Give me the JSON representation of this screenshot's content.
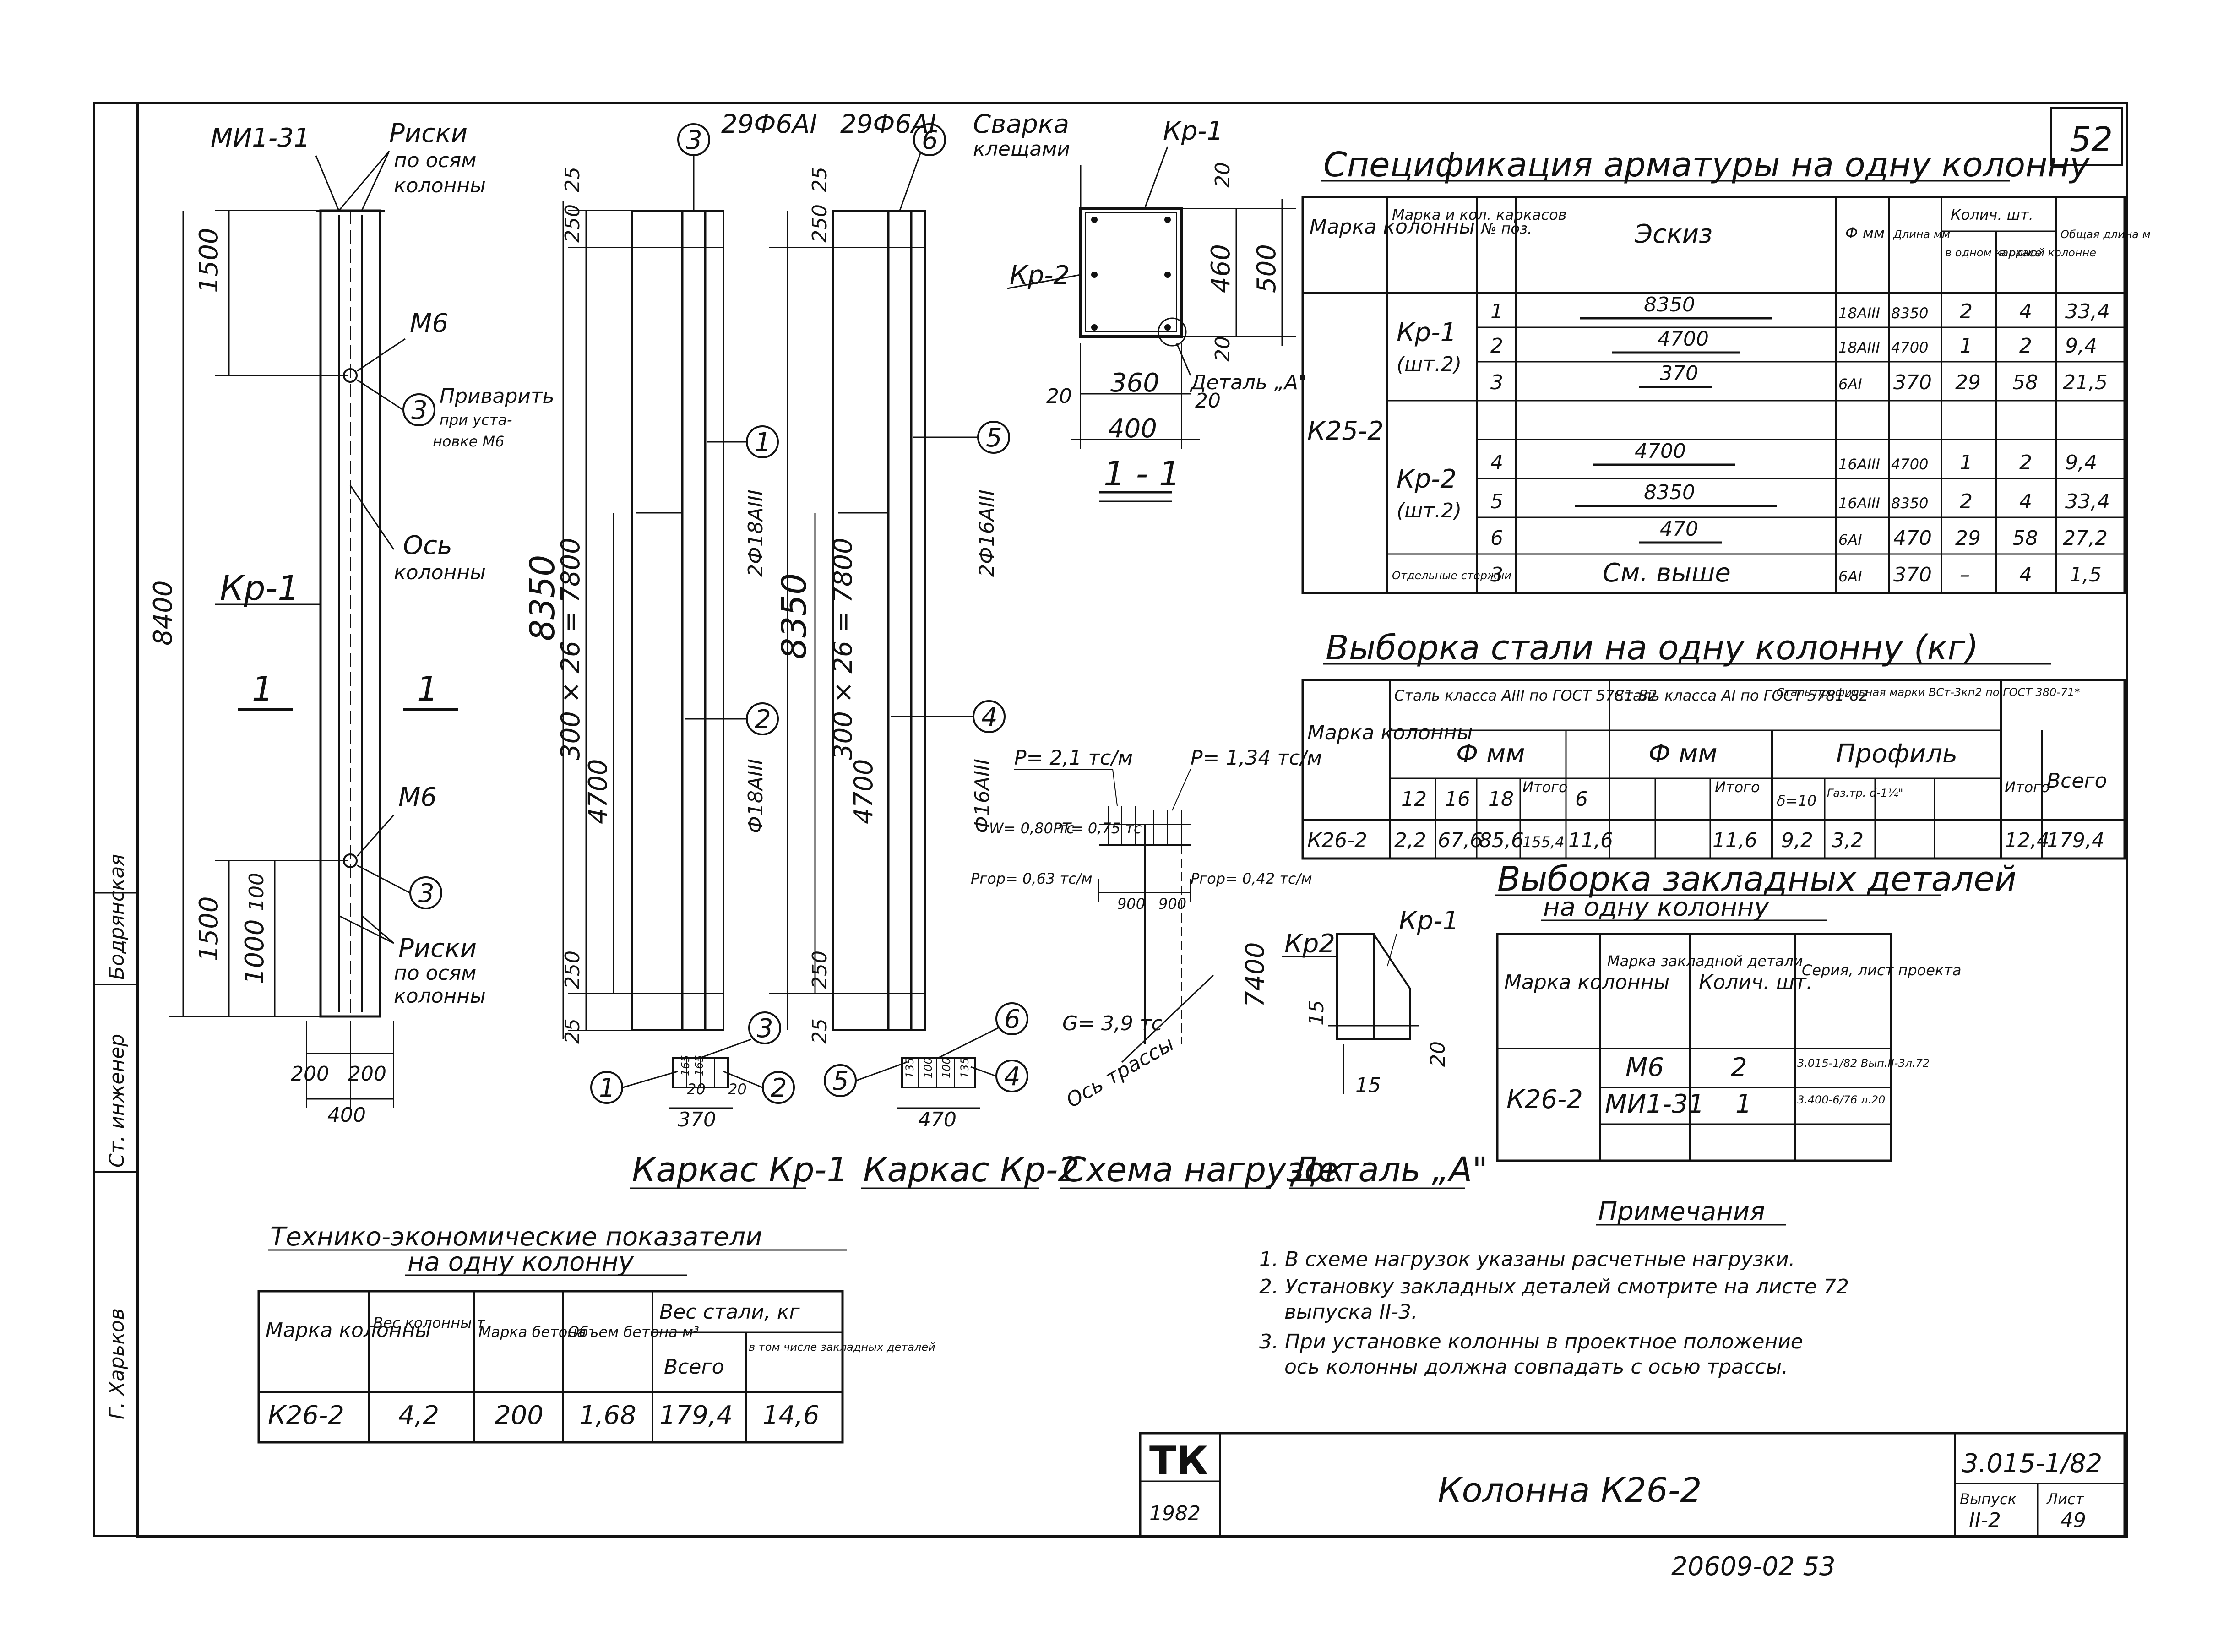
{
  "sheet_number": "52",
  "frame": {
    "left_stamp": [
      "Ст. инженер",
      "Бодрянская",
      "Г. Харьков"
    ]
  },
  "views": {
    "column": {
      "labels": [
        "МИ1-31",
        "Риски",
        "по осям",
        "колонны",
        "М6",
        "Приварить",
        "при уста-",
        "новке М6",
        "Ось",
        "колонны",
        "Кр-1",
        "М6",
        "Риски",
        "по осям",
        "колонны"
      ],
      "dims": [
        "1500",
        "8400",
        "1500",
        "1000",
        "100",
        "200",
        "200",
        "400"
      ],
      "markers": [
        "3",
        "3"
      ],
      "section_marks": [
        "1",
        "1"
      ]
    },
    "kp1": {
      "caption": "Каркас Кр-1",
      "top_label": "29Ф6АI",
      "marker_top": "3",
      "dims": [
        "25",
        "250",
        "300 × 26 = 7800",
        "4700",
        "8350",
        "250",
        "25"
      ],
      "bars": [
        "2Ф18АIII",
        "Ф18АIII"
      ],
      "markers": [
        "1",
        "2",
        "3"
      ],
      "section_dims": [
        "20",
        "165",
        "165",
        "20",
        "370"
      ]
    },
    "kp2": {
      "caption": "Каркас Кр-2",
      "top_label": "29Ф6АI",
      "marker_top": "6",
      "dims": [
        "25",
        "250",
        "300 × 26 = 7800",
        "4700",
        "8350",
        "250",
        "25"
      ],
      "bars": [
        "2Ф16АIII",
        "Ф16АIII"
      ],
      "markers": [
        "5",
        "6",
        "4"
      ],
      "section_dims": [
        "135",
        "100",
        "100",
        "135",
        "470"
      ]
    },
    "section": {
      "caption": "1 - 1",
      "labels": [
        "Сварка",
        "клещами",
        "Кр-1",
        "Кр-2",
        "Деталь „А\""
      ],
      "dims": [
        "20",
        "460",
        "500",
        "20",
        "20",
        "360",
        "20",
        "400"
      ]
    },
    "loads": {
      "caption": "Схема нагрузок",
      "labels": [
        "P= 2,1 тс/м",
        "P= 1,34 тс/м",
        "W= 0,80 тс",
        "PT= 0,75 тс",
        "Pгор= 0,63 тс/м",
        "Pгор= 0,42 тс/м",
        "900",
        "900",
        "7400",
        "G= 3,9 тс",
        "Ось трассы"
      ]
    },
    "detail": {
      "caption": "Деталь „А\"",
      "labels": [
        "Кр2",
        "Кр-1",
        "15",
        "15",
        "20"
      ]
    }
  },
  "spec": {
    "title": "Спецификация арматуры на одну колонну",
    "headers": [
      "Марка колонны",
      "Марка и кол. каркасов",
      "№ поз.",
      "Эскиз",
      "Ф мм",
      "Длина мм",
      "Колич. шт.",
      "Общая длина м"
    ],
    "sub_headers": [
      "в одном каркасе",
      "в одной колонне"
    ],
    "column_mark": "К25-2",
    "groups": [
      {
        "name": "Кр-1",
        "count": "(шт.2)",
        "rows": [
          {
            "pos": "1",
            "sketch": "8350",
            "dia": "18АIII",
            "len": "8350",
            "q1": "2",
            "q2": "4",
            "total": "33,4"
          },
          {
            "pos": "2",
            "sketch": "4700",
            "dia": "18АIII",
            "len": "4700",
            "q1": "1",
            "q2": "2",
            "total": "9,4"
          },
          {
            "pos": "3",
            "sketch": "370",
            "dia": "6АI",
            "len": "370",
            "q1": "29",
            "q2": "58",
            "total": "21,5"
          }
        ]
      },
      {
        "name": "Кр-2",
        "count": "(шт.2)",
        "rows": [
          {
            "pos": "4",
            "sketch": "4700",
            "dia": "16АIII",
            "len": "4700",
            "q1": "1",
            "q2": "2",
            "total": "9,4"
          },
          {
            "pos": "5",
            "sketch": "8350",
            "dia": "16АIII",
            "len": "8350",
            "q1": "2",
            "q2": "4",
            "total": "33,4"
          },
          {
            "pos": "6",
            "sketch": "470",
            "dia": "6АI",
            "len": "470",
            "q1": "29",
            "q2": "58",
            "total": "27,2"
          }
        ]
      },
      {
        "name": "Отдельные стержни",
        "count": "",
        "rows": [
          {
            "pos": "3",
            "sketch": "См. выше",
            "dia": "6АI",
            "len": "370",
            "q1": "–",
            "q2": "4",
            "total": "1,5"
          }
        ]
      }
    ]
  },
  "steel": {
    "title": "Выборка стали на одну колонну (кг)",
    "h_mark": "Марка колонны",
    "h_a3": "Сталь класса АIII по ГОСТ 5781-82",
    "h_a1": "Сталь класса АI по ГОСТ 5781-82",
    "h_prof": "Сталь профильная марки ВСт-3кп2 по ГОСТ 380-71*",
    "h_phi": "Ф мм",
    "h_profile": "Профиль",
    "h_total": "Итого",
    "h_all": "Всего",
    "sub": [
      "12",
      "16",
      "18",
      "Итого",
      "6",
      "Итого",
      "δ=10",
      "Газ.тр. d-1¼\"",
      "Итого",
      "Всего"
    ],
    "row": {
      "mark": "К26-2",
      "v12": "2,2",
      "v16": "67,6",
      "v18": "85,6",
      "t1": "155,4",
      "v6": "11,6",
      "t2": "11,6",
      "d10": "9,2",
      "pipe": "3,2",
      "t3": "12,4",
      "all": "179,4"
    }
  },
  "embedded": {
    "title": "Выборка закладных деталей",
    "subtitle": "на одну колонну",
    "headers": [
      "Марка колонны",
      "Марка закладной детали",
      "Колич. шт.",
      "Серия, лист проекта"
    ],
    "mark": "К26-2",
    "rows": [
      {
        "part": "М6",
        "qty": "2",
        "series": "3.015-1/82 Вып.II-3л.72"
      },
      {
        "part": "МИ1-31",
        "qty": "1",
        "series": "3.400-6/76 л.20"
      }
    ]
  },
  "notes": {
    "title": "Примечания",
    "items": [
      "1. В схеме нагрузок указаны расчетные нагрузки.",
      "2. Установку закладных деталей смотрите на листе 72",
      "выпуска II-3.",
      "3. При установке колонны в проектное положение",
      "ось колонны должна совпадать с осью трассы."
    ]
  },
  "tep": {
    "title": "Технико-экономические показатели",
    "subtitle": "на одну колонну",
    "headers": [
      "Марка колонны",
      "Вес колонны т",
      "Марка бетона",
      "Объем бетона м³",
      "Вес стали, кг",
      "Всего",
      "в том числе закладных деталей"
    ],
    "row": {
      "mark": "К26-2",
      "weight": "4,2",
      "concrete": "200",
      "volume": "1,68",
      "steel": "179,4",
      "embedded": "14,6"
    }
  },
  "title_block": {
    "logo": "ТК",
    "year": "1982",
    "name": "Колонна К26-2",
    "series": "3.015-1/82",
    "issue_label": "Выпуск",
    "issue": "II-2",
    "sheet_label": "Лист",
    "sheet": "49"
  },
  "footer_code": "20609-02 53"
}
